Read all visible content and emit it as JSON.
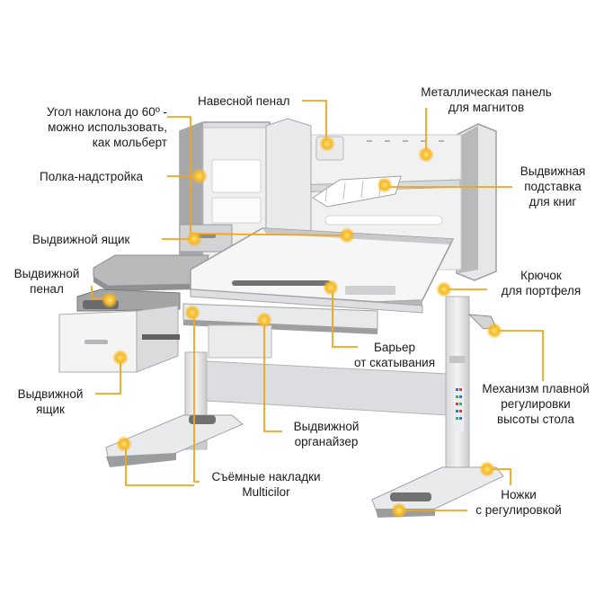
{
  "labels": {
    "tilt_angle": {
      "lines": [
        "Угол наклона до 60º -",
        "можно использовать,",
        "как мольберт"
      ]
    },
    "hanging_case": {
      "lines": [
        "Навесной пенал"
      ]
    },
    "magnetic_panel": {
      "lines": [
        "Металлическая панель",
        "для магнитов"
      ]
    },
    "shelf_top": {
      "lines": [
        "Полка-надстройка"
      ]
    },
    "book_stand": {
      "lines": [
        "Выдвижная",
        "подставка",
        "для книг"
      ]
    },
    "drawer_top": {
      "lines": [
        "Выдвижной ящик"
      ]
    },
    "pencil_case": {
      "lines": [
        "Выдвижной",
        "пенал"
      ]
    },
    "bag_hook": {
      "lines": [
        "Крючок",
        "для портфеля"
      ]
    },
    "roll_barrier": {
      "lines": [
        "Барьер",
        "от скатывания"
      ]
    },
    "height_mechanism": {
      "lines": [
        "Механизм плавной",
        "регулировки",
        "высоты стола"
      ]
    },
    "drawer_bottom": {
      "lines": [
        "Выдвижной",
        "ящик"
      ]
    },
    "organizer": {
      "lines": [
        "Выдвижной",
        "органайзер"
      ]
    },
    "covers": {
      "lines": [
        "Съёмные накладки",
        "Multicilor"
      ]
    },
    "legs": {
      "lines": [
        "Ножки",
        "с регулировкой"
      ]
    }
  },
  "colors": {
    "accent_line": "#f2a51a",
    "accent_dot": "#f5b21b",
    "desk_gray": "#8f9092",
    "desk_white": "#eeeff0"
  }
}
